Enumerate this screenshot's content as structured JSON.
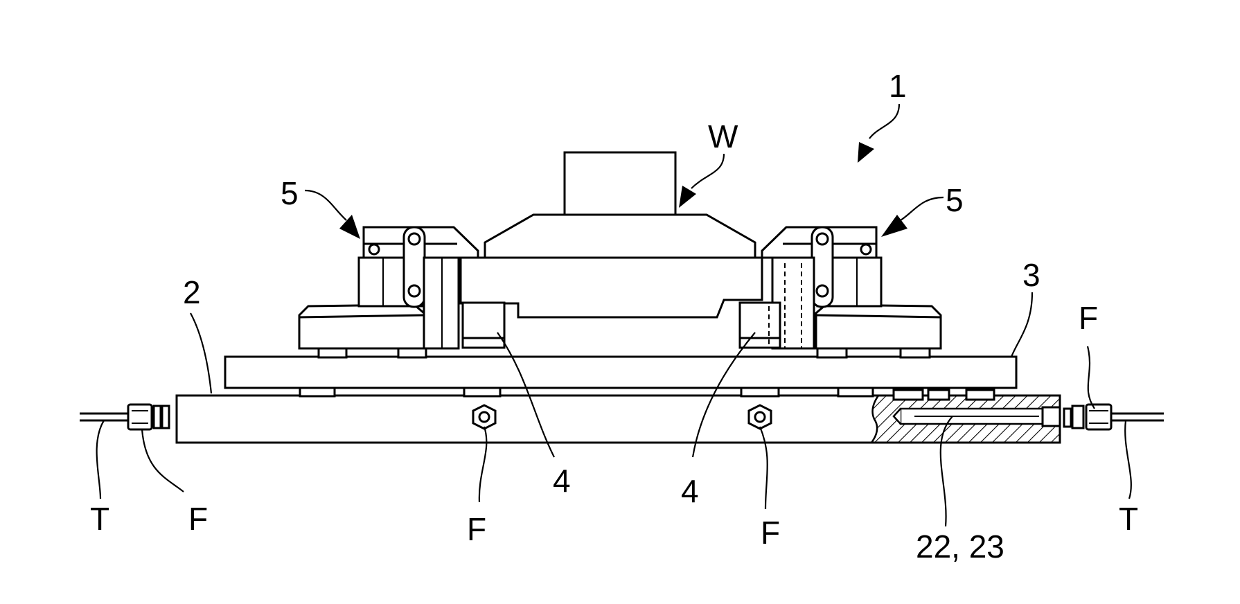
{
  "figure": {
    "labels": {
      "assembly": "1",
      "workpiece": "W",
      "clamp_left": "5",
      "clamp_right": "5",
      "base_plate": "2",
      "pallet": "3",
      "locator_left": "4",
      "locator_right": "4",
      "fitting_top_right": "F",
      "fitting_left": "F",
      "fitting_center_left": "F",
      "fitting_center_right": "F",
      "tube_left": "T",
      "tube_right": "T",
      "passage": "22, 23"
    },
    "colors": {
      "line": "#000000",
      "background": "#ffffff"
    }
  }
}
